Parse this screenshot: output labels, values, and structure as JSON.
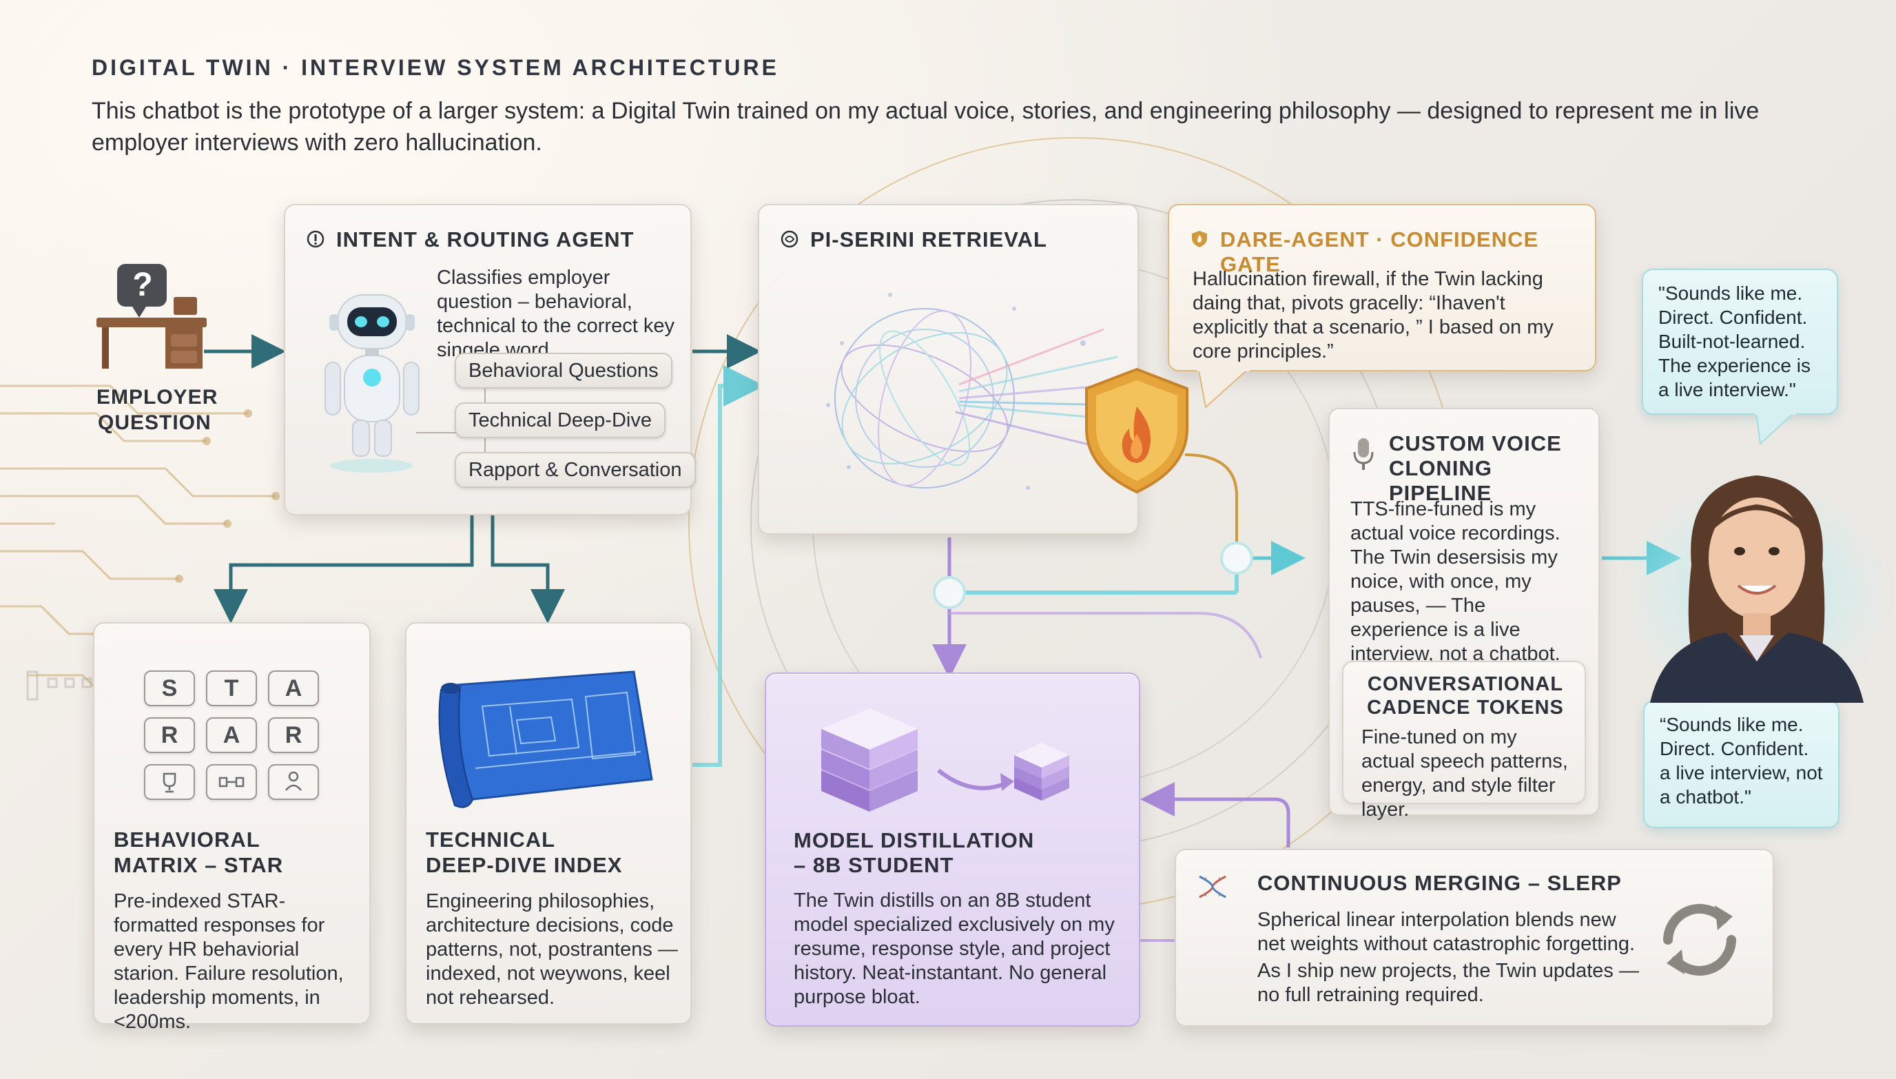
{
  "header": {
    "eyebrow": "DIGITAL TWIN · INTERVIEW SYSTEM ARCHITECTURE",
    "intro": "This chatbot is the prototype of a larger system: a Digital Twin trained on my actual voice, stories, and engineering philosophy — designed to represent me in live employer interviews with zero hallucination."
  },
  "employer": {
    "label_line1": "EMPLOYER",
    "label_line2": "QUESTION",
    "icon": "question-desk-icon",
    "glyph": "?"
  },
  "intent": {
    "title": "INTENT & ROUTING AGENT",
    "icon": "info-circle-icon",
    "description": "Classifies employer question – behavioral, technical to the correct key singele word.",
    "routes": [
      "Behavioral Questions",
      "Technical Deep-Dive",
      "Rapport & Conversation"
    ]
  },
  "retrieval": {
    "title": "PI-SERINI RETRIEVAL",
    "icon": "brain-icon"
  },
  "dare": {
    "title": "DARE-AGENT · CONFIDENCE GATE",
    "icon": "shield-icon",
    "description": "Hallucination firewall, if the Twin lacking daing that, pivots gracelly: “Ihaven't explicitly that a scenario, ” I based on my core principles.”"
  },
  "voice": {
    "title_line1": "CUSTOM VOICE",
    "title_line2": "CLONING PIPELINE",
    "icon": "microphone-icon",
    "description": "TTS-fine-funed is my actual voice recordings. The Twin desersisis my noice, with once, my pauses, — The experience is a live interview, not a chatbot.",
    "cadence": {
      "title_line1": "CONVERSATIONAL",
      "title_line2": "CADENCE TOKENS",
      "description": "Fine-tuned on my actual speech patterns, energy, and style filter layer."
    }
  },
  "quotes": {
    "top": "\"Sounds like me. Direct. Confident. Built-not-learned. The experience is a live interview.\"",
    "bottom": "“Sounds like me. Direct. Confident. a live interview, not a chatbot.\""
  },
  "behavioral": {
    "title_line1": "BEHAVIORAL",
    "title_line2": "MATRIX – STAR",
    "keys_row1": [
      "S",
      "T",
      "A"
    ],
    "keys_row2": [
      "R",
      "A",
      "R"
    ],
    "description": "Pre-indexed STAR-formatted responses for every HR behaviorial starion. Failure resolution, leadership moments, in <200ms."
  },
  "technical": {
    "title_line1": "TECHNICAL",
    "title_line2": "DEEP-DIVE INDEX",
    "icon": "blueprint-icon",
    "description": "Engineering philosophies, architecture decisions, code patterns, not, postrantens — indexed, not weywons, keel not rehearsed."
  },
  "distill": {
    "title_line1": "MODEL DISTILLATION",
    "title_line2": "– 8B STUDENT",
    "icon": "cube-stack-icon",
    "description": "The Twin distills on an 8B student model specialized exclusively on my resume, response style, and project history. Neat-instantant. No general purpose bloat."
  },
  "merging": {
    "title": "CONTINUOUS MERGING – SLERP",
    "icon": "dna-icon",
    "description1": "Spherical linear interpolation blends new net weights without catastrophic forgetting.",
    "description2": "As I ship new projects, the Twin updates — no full retraining required."
  },
  "colors": {
    "teal": "#2f6d78",
    "cyan": "#6fd3dc",
    "purple": "#a98ad8",
    "gold": "#d09a3c",
    "distill_bg": "#e7dcf5"
  }
}
